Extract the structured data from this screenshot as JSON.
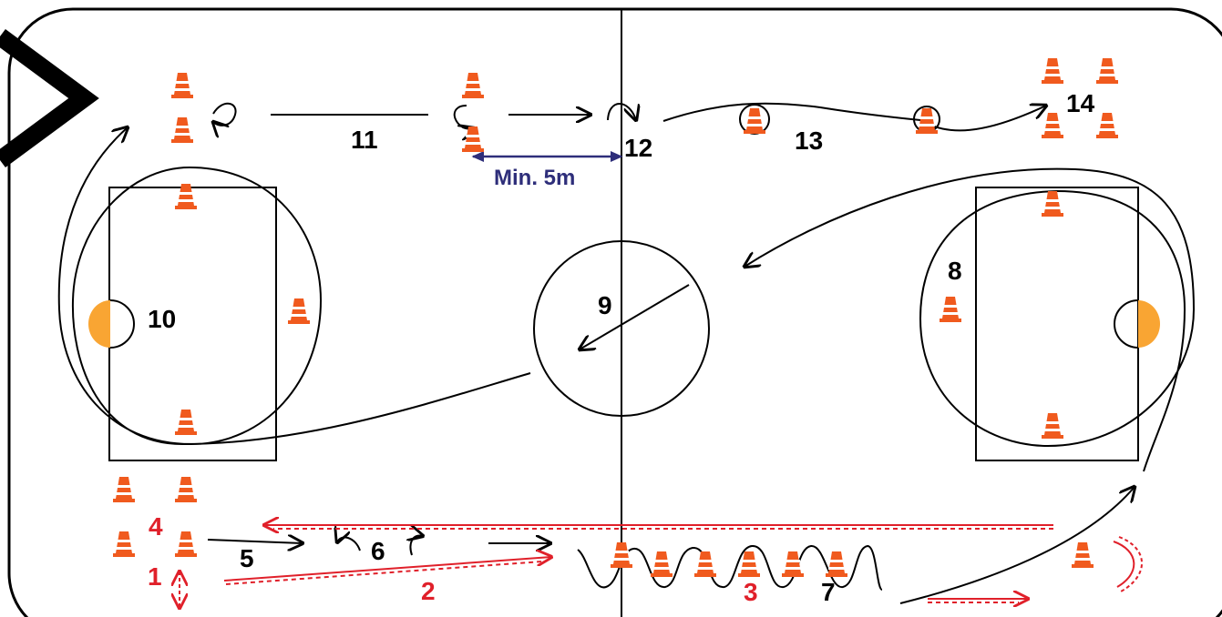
{
  "colors": {
    "line": "#000000",
    "red": "#e0202a",
    "cone": "#f05a1e",
    "goal": "#f9a533",
    "measure": "#2e2e7a"
  },
  "icons": {
    "cone": "cone-icon",
    "goal": "goal-crease-icon"
  },
  "labels": {
    "s1": "1",
    "s2": "2",
    "s3": "3",
    "s4": "4",
    "s5": "5",
    "s6": "6",
    "s7": "7",
    "s8": "8",
    "s9": "9",
    "s10": "10",
    "s11": "11",
    "s12": "12",
    "s13": "13",
    "s14": "14"
  },
  "measure_label": "Min. 5m"
}
